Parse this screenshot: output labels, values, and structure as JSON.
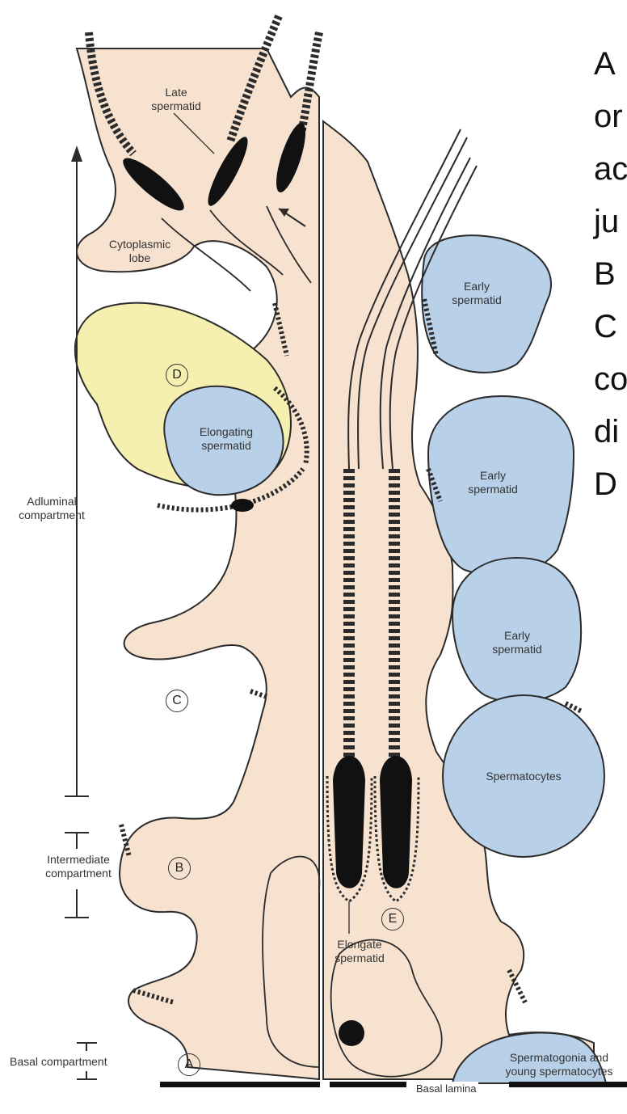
{
  "labels": {
    "late_spermatid": "Late\nspermatid",
    "cytoplasmic_lobe": "Cytoplasmic\nlobe",
    "adluminal_compartment": "Adluminal\ncompartment",
    "elongating_spermatid": "Elongating\nspermatid",
    "intermediate_compartment": "Intermediate\ncompartment",
    "basal_compartment": "Basal compartment",
    "early_spermatid_1": "Early\nspermatid",
    "early_spermatid_2": "Early\nspermatid",
    "early_spermatid_3": "Early\nspermatid",
    "spermatocytes": "Spermatocytes",
    "elongate_spermatid": "Elongate\nspermatid",
    "spermatogonia": "Spermatogonia and\nyoung spermatocytes",
    "basal_lamina": "Basal lamina"
  },
  "markers": {
    "a": "A",
    "b": "B",
    "c": "C",
    "d": "D",
    "e": "E"
  },
  "side_text": [
    "A",
    "or",
    "ac",
    "ju",
    "B",
    "C",
    "co",
    "di",
    "D"
  ],
  "colors": {
    "cytoplasm": "#f7e2cf",
    "cell_blue": "#b8d0e8",
    "cell_yellow": "#f5f0b0",
    "outline": "#2b2b2b"
  }
}
